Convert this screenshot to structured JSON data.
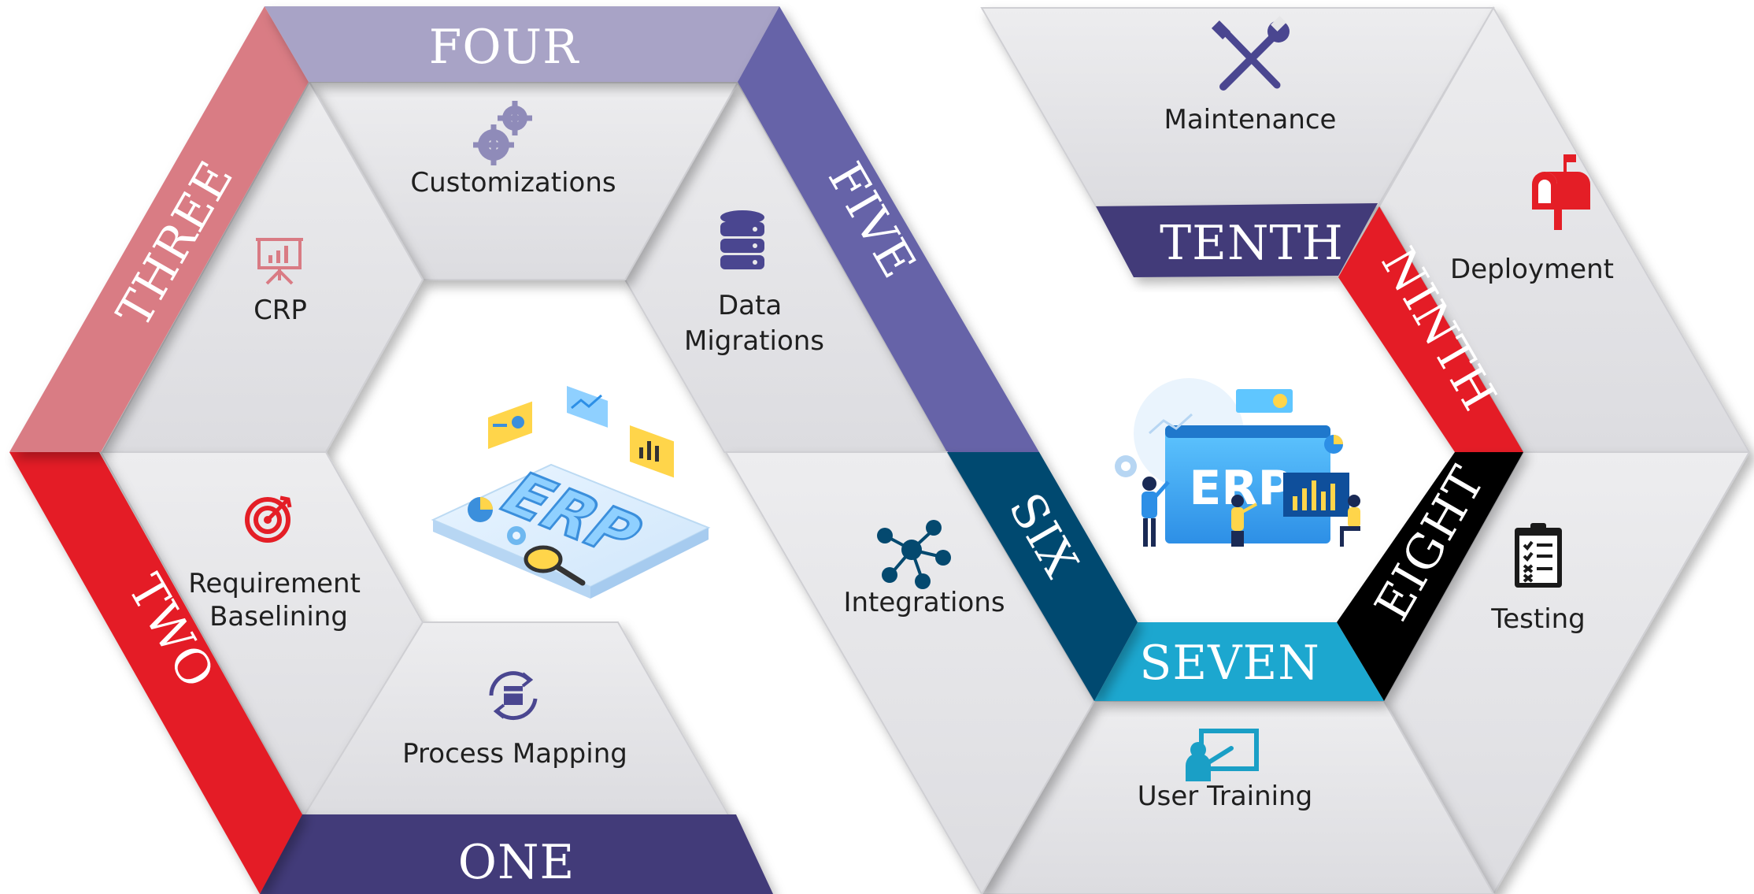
{
  "colors": {
    "panel": "#e6e6e8",
    "panel_edge": "#cfcfd3",
    "one": "#433a79",
    "two": "#e41e26",
    "three": "#d97b84",
    "four": "#a8a3c6",
    "five": "#6663a8",
    "six": "#04496f",
    "seven": "#1ba7cf",
    "eight": "#050505",
    "ninth": "#e41e26",
    "tenth": "#433a79"
  },
  "left_hexagon": {
    "center_illustration": {
      "label": "ERP"
    },
    "bands": {
      "one": "ONE",
      "two": "TWO",
      "three": "THREE",
      "four": "FOUR",
      "five": "FIVE"
    },
    "panels": {
      "process_mapping": {
        "lines": [
          "Process Mapping"
        ],
        "icon": "process-cycle-icon"
      },
      "requirement_baselining": {
        "lines": [
          "Requirement",
          "Baselining"
        ],
        "icon": "target-icon"
      },
      "crp": {
        "lines": [
          "CRP"
        ],
        "icon": "presentation-board-icon"
      },
      "customizations": {
        "lines": [
          "Customizations"
        ],
        "icon": "gears-icon"
      },
      "data_migrations": {
        "lines": [
          "Data",
          "Migrations"
        ],
        "icon": "database-icon"
      }
    }
  },
  "right_hexagon": {
    "center_illustration": {
      "label": "ERP"
    },
    "bands": {
      "six": "SIX",
      "seven": "SEVEN",
      "eight": "EIGHT",
      "ninth": "NINTH",
      "tenth": "TENTH"
    },
    "panels": {
      "integrations": {
        "lines": [
          "Integrations"
        ],
        "icon": "network-icon"
      },
      "user_training": {
        "lines": [
          "User Training"
        ],
        "icon": "training-board-icon"
      },
      "testing": {
        "lines": [
          "Testing"
        ],
        "icon": "checklist-icon"
      },
      "deployment": {
        "lines": [
          "Deployment"
        ],
        "icon": "mailbox-icon"
      },
      "maintenance": {
        "lines": [
          "Maintenance"
        ],
        "icon": "wrench-screwdriver-icon"
      }
    }
  }
}
